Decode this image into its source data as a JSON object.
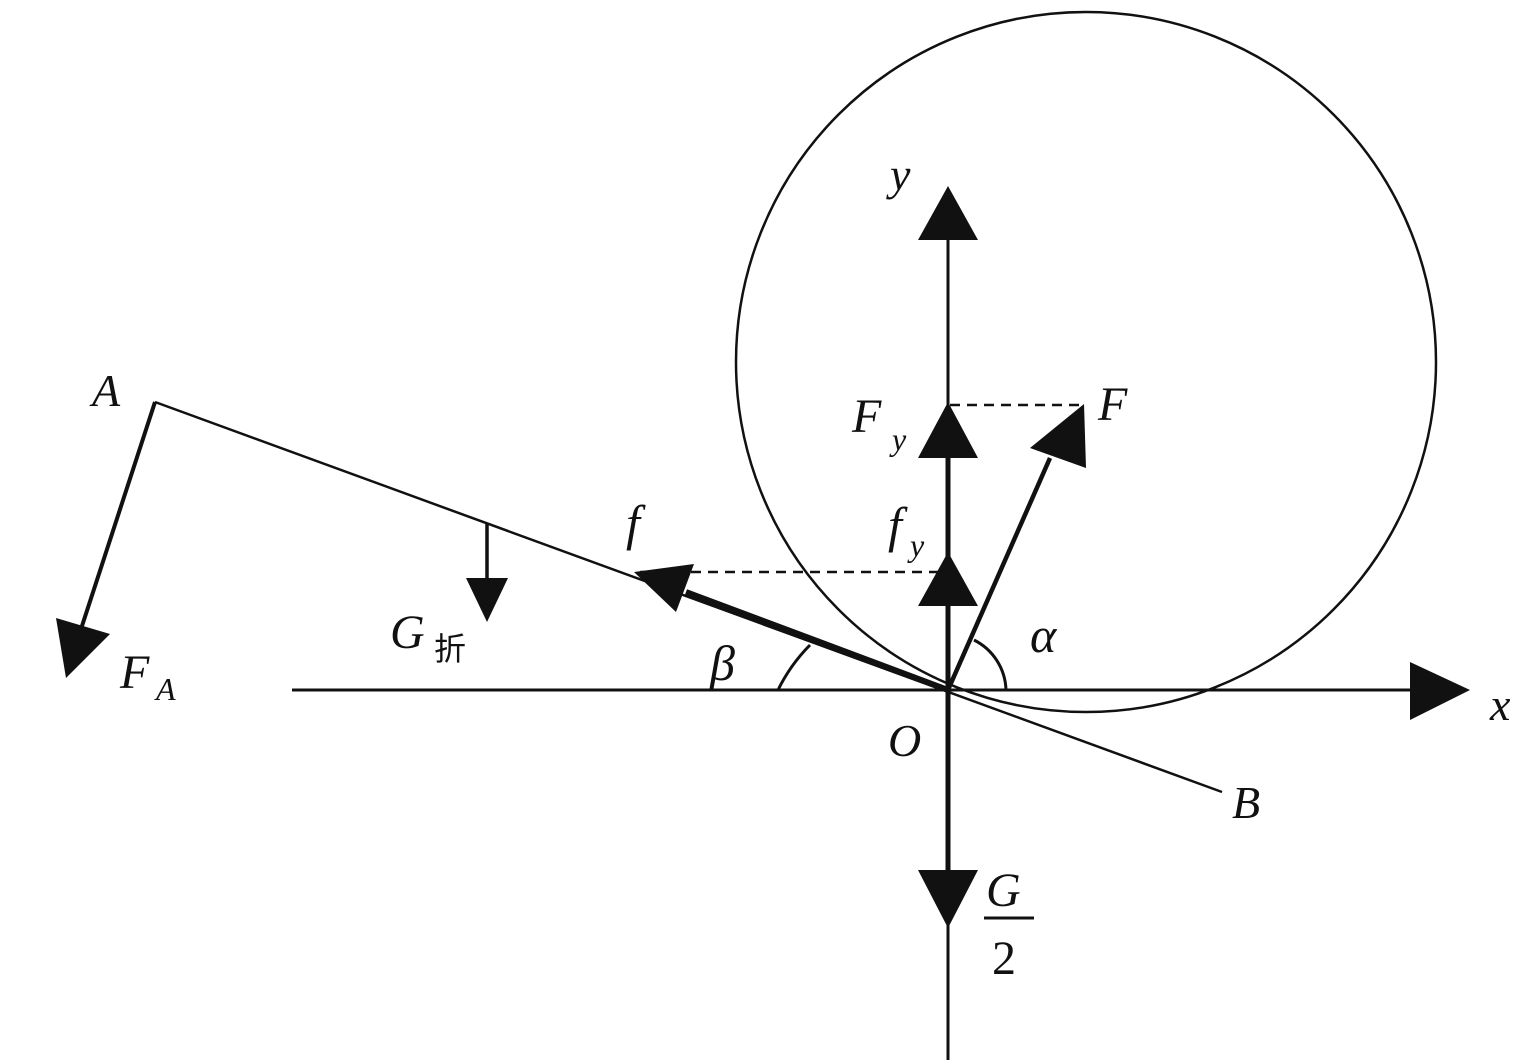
{
  "labels": {
    "axis_x": "x",
    "axis_y": "y",
    "origin": "O",
    "point_a": "A",
    "point_b": "B",
    "force_f_main": "F",
    "force_fy_main": "F",
    "force_fy_sub": "y",
    "force_friction": "f",
    "force_friction_y_main": "f",
    "force_friction_y_sub": "y",
    "force_fa_main": "F",
    "force_fa_sub": "A",
    "weight_main": "G",
    "weight_sub": "折",
    "half_weight_num": "G",
    "half_weight_den": "2",
    "angle_alpha": "α",
    "angle_beta": "β"
  },
  "colors": {
    "ink": "#111111",
    "background": "#ffffff"
  }
}
